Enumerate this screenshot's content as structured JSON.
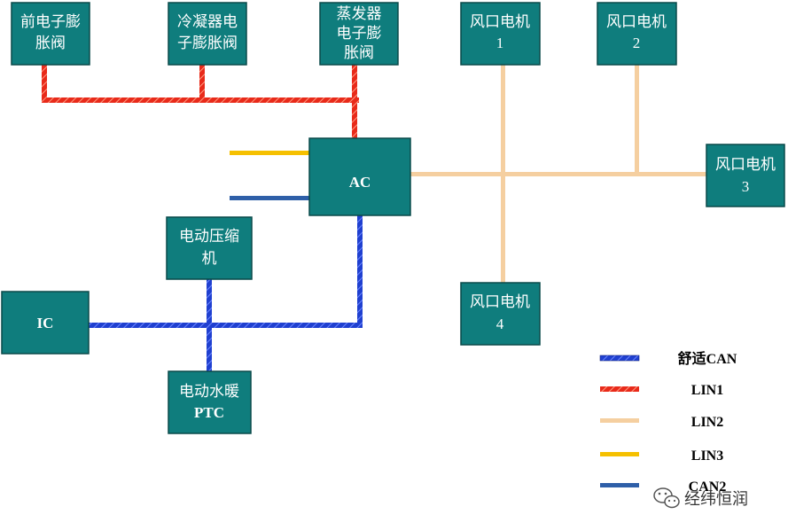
{
  "colors": {
    "node_fill": "#0f7d7d",
    "node_stroke": "#0a4a4a",
    "comfort_can": "#2040d0",
    "lin1": "#e82a1a",
    "lin2": "#f5cfa0",
    "lin3": "#f5c000",
    "can2": "#2e5fa8"
  },
  "nodes": {
    "front_exv": [
      "前电子膨",
      "胀阀"
    ],
    "condenser_exv": [
      "冷凝器电",
      "子膨胀阀"
    ],
    "evaporator_exv": [
      "蒸发器",
      "电子膨",
      "胀阀"
    ],
    "vent_motor_1": [
      "风口电机",
      "1"
    ],
    "vent_motor_2": [
      "风口电机",
      "2"
    ],
    "vent_motor_3": [
      "风口电机",
      "3"
    ],
    "vent_motor_4": [
      "风口电机",
      "4"
    ],
    "ac": [
      "AC"
    ],
    "compressor": [
      "电动压缩",
      "机"
    ],
    "ic": [
      "IC"
    ],
    "ptc": [
      "电动水暖",
      "PTC"
    ]
  },
  "legend": {
    "comfort_can": "舒适CAN",
    "lin1": "LIN1",
    "lin2": "LIN2",
    "lin3": "LIN3",
    "can2": "CAN2"
  },
  "watermark": {
    "icon": "wechat-icon",
    "text": "经纬恒润"
  }
}
